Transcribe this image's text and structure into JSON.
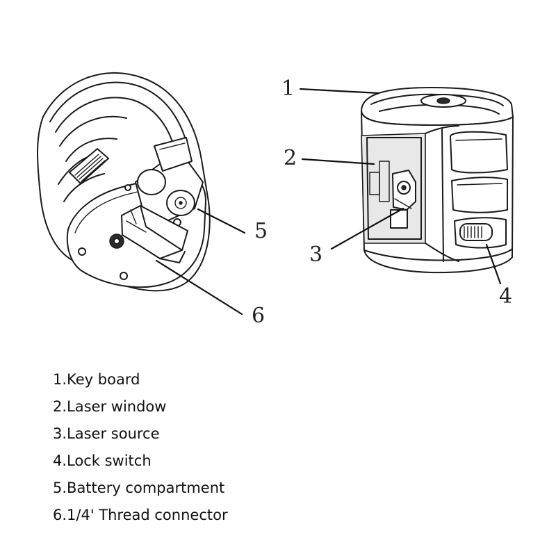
{
  "callouts": [
    "1",
    "2",
    "3",
    "4",
    "5",
    "6"
  ],
  "legend": [
    "1.Key board",
    "2.Laser window",
    "3.Laser source",
    "4.Lock switch",
    "5.Battery compartment",
    "6.1/4' Thread connector"
  ],
  "colors": {
    "line": "#1a1a1a",
    "background": "#ffffff"
  }
}
